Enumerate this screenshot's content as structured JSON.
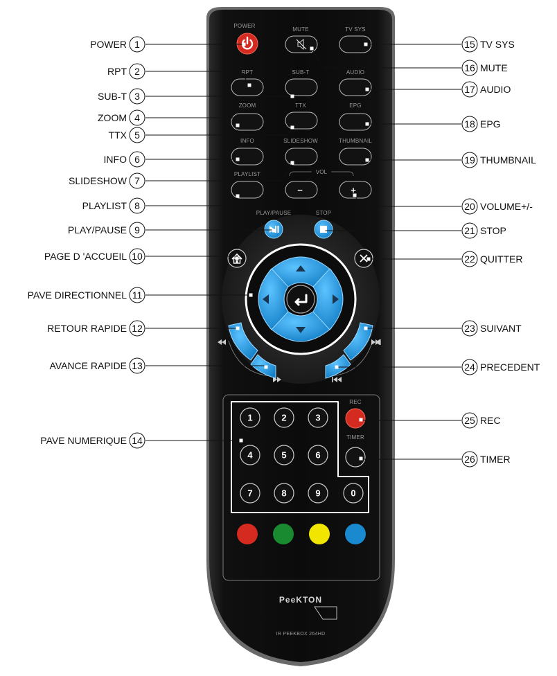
{
  "remote": {
    "button_labels": {
      "power": "POWER",
      "mute": "MUTE",
      "tv_sys": "TV SYS",
      "rpt": "RPT",
      "sub_t": "SUB-T",
      "audio": "AUDIO",
      "zoom": "ZOOM",
      "ttx": "TTX",
      "epg": "EPG",
      "info": "INFO",
      "slideshow": "SLIDESHOW",
      "thumbnail": "THUMBNAIL",
      "playlist": "PLAYLIST",
      "vol": "VOL",
      "play_pause": "PLAY/PAUSE",
      "stop": "STOP",
      "rec": "REC",
      "timer": "TIMER"
    },
    "vol_minus": "−",
    "vol_plus": "+",
    "number_keys": [
      "1",
      "2",
      "3",
      "4",
      "5",
      "6",
      "7",
      "8",
      "9",
      "0"
    ],
    "brand": "PeeKTON",
    "model": "IR PEEKBOX 264HD",
    "color_keys": [
      "#d42a20",
      "#1a8a30",
      "#f2e600",
      "#1a8ad0"
    ]
  },
  "callouts_left": [
    {
      "num": "1",
      "label": "POWER"
    },
    {
      "num": "2",
      "label": "RPT"
    },
    {
      "num": "3",
      "label": "SUB-T"
    },
    {
      "num": "4",
      "label": "ZOOM"
    },
    {
      "num": "5",
      "label": "TTX"
    },
    {
      "num": "6",
      "label": "INFO"
    },
    {
      "num": "7",
      "label": "SLIDESHOW"
    },
    {
      "num": "8",
      "label": "PLAYLIST"
    },
    {
      "num": "9",
      "label": "PLAY/PAUSE"
    },
    {
      "num": "10",
      "label": "PAGE D 'ACCUEIL"
    },
    {
      "num": "11",
      "label": "PAVE DIRECTIONNEL"
    },
    {
      "num": "12",
      "label": "RETOUR RAPIDE"
    },
    {
      "num": "13",
      "label": "AVANCE RAPIDE"
    },
    {
      "num": "14",
      "label": "PAVE NUMERIQUE"
    }
  ],
  "callouts_right": [
    {
      "num": "15",
      "label": "TV SYS"
    },
    {
      "num": "16",
      "label": "MUTE"
    },
    {
      "num": "17",
      "label": "AUDIO"
    },
    {
      "num": "18",
      "label": "EPG"
    },
    {
      "num": "19",
      "label": "THUMBNAIL"
    },
    {
      "num": "20",
      "label": "VOLUME+/-"
    },
    {
      "num": "21",
      "label": "STOP"
    },
    {
      "num": "22",
      "label": "QUITTER"
    },
    {
      "num": "23",
      "label": "SUIVANT"
    },
    {
      "num": "24",
      "label": "PRECEDENT"
    },
    {
      "num": "25",
      "label": "REC"
    },
    {
      "num": "26",
      "label": "TIMER"
    }
  ]
}
